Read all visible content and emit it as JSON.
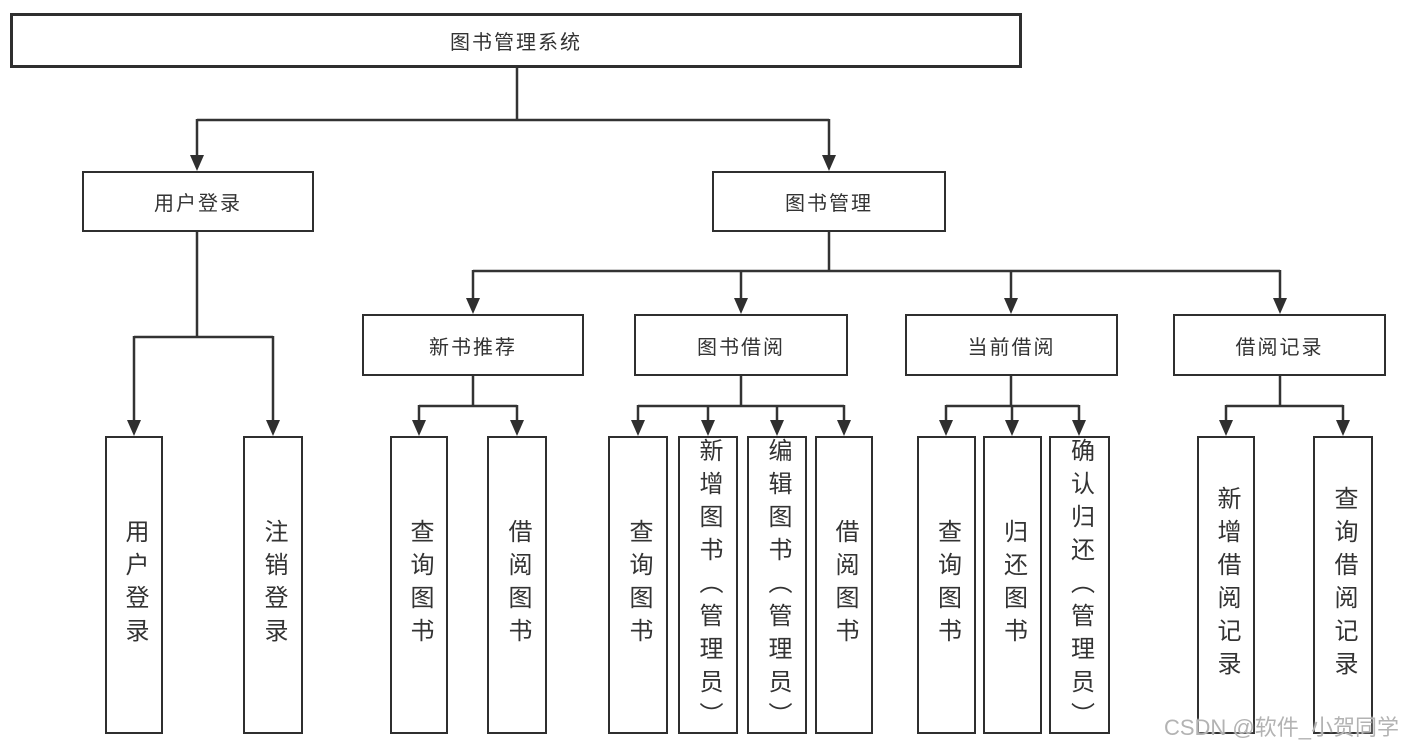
{
  "diagram": {
    "root": {
      "label": "图书管理系统"
    },
    "branches": [
      {
        "label": "用户登录",
        "children": [
          {
            "label": "用户登录"
          },
          {
            "label": "注销登录"
          }
        ]
      },
      {
        "label": "图书管理",
        "children": [
          {
            "label": "新书推荐",
            "children": [
              {
                "label": "查询图书"
              },
              {
                "label": "借阅图书"
              }
            ]
          },
          {
            "label": "图书借阅",
            "children": [
              {
                "label": "查询图书"
              },
              {
                "label": "新增图书（管理员）"
              },
              {
                "label": "编辑图书（管理员）"
              },
              {
                "label": "借阅图书"
              }
            ]
          },
          {
            "label": "当前借阅",
            "children": [
              {
                "label": "查询图书"
              },
              {
                "label": "归还图书"
              },
              {
                "label": "确认归还（管理员）"
              }
            ]
          },
          {
            "label": "借阅记录",
            "children": [
              {
                "label": "新增借阅记录"
              },
              {
                "label": "查询借阅记录"
              }
            ]
          }
        ]
      }
    ]
  },
  "watermark": {
    "text": "CSDN @软件_小贺同学"
  },
  "colors": {
    "line": "#333333",
    "box_border": "#2f2f2f",
    "text": "#333333",
    "watermark": "#b3b3b3",
    "background": "#ffffff"
  }
}
